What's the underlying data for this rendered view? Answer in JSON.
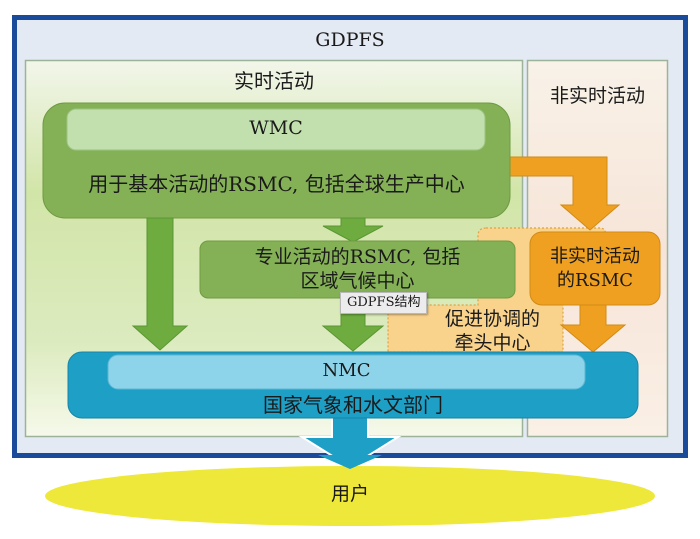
{
  "diagram": {
    "title": "GDPFS",
    "sections": {
      "realtime": {
        "label": "实时活动"
      },
      "non_realtime": {
        "label": "非实时活动"
      }
    },
    "nodes": {
      "wmc": {
        "label": "WMC"
      },
      "rsmc_basic": {
        "label": "用于基本活动的RSMC, 包括全球生产中心"
      },
      "rsmc_specialised": {
        "line1": "专业活动的RSMC, 包括",
        "line2": "区域气候中心"
      },
      "rsmc_non_realtime": {
        "line1": "非实时活动",
        "line2": "的RSMC"
      },
      "coordination": {
        "line1": "促进协调的",
        "line2": "牵头中心"
      },
      "nmc": {
        "label": "NMC"
      },
      "nmhs": {
        "label": "国家气象和水文部门"
      },
      "users": {
        "label": "用户"
      }
    },
    "tooltip": "GDPFS结构",
    "colors": {
      "frame_border": "#1a4a9a",
      "frame_fill": "#e4eaf3",
      "green_box": "#84b155",
      "green_light": "#c2dfae",
      "green_arrow": "#6eac40",
      "orange": "#f0a020",
      "orange_light": "#f9d38c",
      "blue": "#1d9fc6",
      "blue_light": "#8dd3ea",
      "yellow": "#eee83a"
    }
  }
}
